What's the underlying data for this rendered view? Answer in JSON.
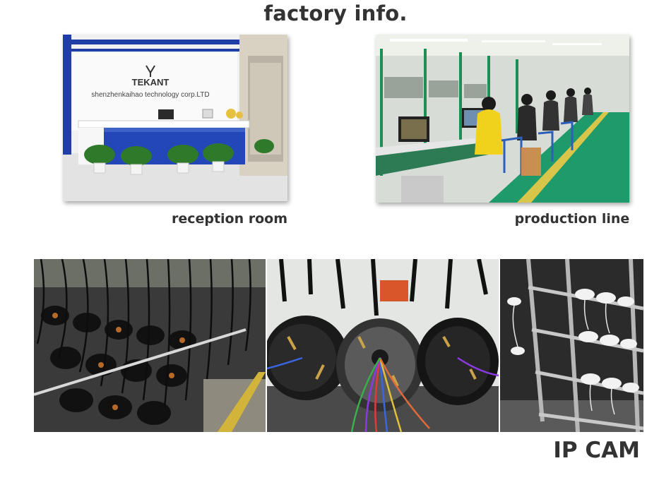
{
  "page": {
    "title": "factory info.",
    "footer_label": "IP CAM"
  },
  "photos": {
    "reception": {
      "caption": "reception room",
      "wall_logo": "TEKANT",
      "wall_text": "shenzhenkaihao technology corp.LTD"
    },
    "production": {
      "caption": "production line"
    }
  },
  "colors": {
    "text": "#333333",
    "reception_blue": "#1f3fa6",
    "production_green": "#1f9a6a"
  }
}
